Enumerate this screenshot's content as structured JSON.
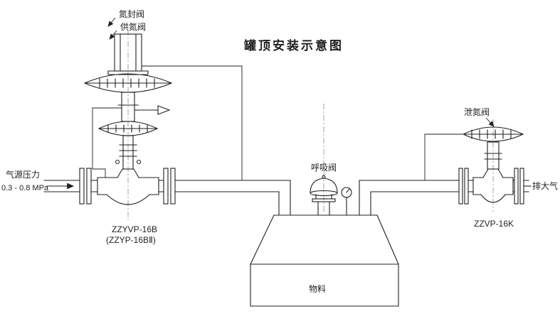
{
  "colors": {
    "ink": "#1f1f1f",
    "centerline": "#8a8a8a",
    "background": "#ffffff"
  },
  "title": "罐顶安装示意图",
  "left_valve": {
    "label_line1": "氮封阀",
    "label_line2": "供氮阀",
    "model_line1": "ZZYVP-16B",
    "model_line2": "(ZZYP-16BⅡ)"
  },
  "supply": {
    "label": "气源压力",
    "pressure": "0.3 - 0.8 MPa"
  },
  "tank": {
    "breathing_valve_label": "呼吸阀",
    "material_label": "物料"
  },
  "right_valve": {
    "label": "泄氮阀",
    "model": "ZZVP-16K"
  },
  "exhaust": {
    "label": "排大气"
  }
}
